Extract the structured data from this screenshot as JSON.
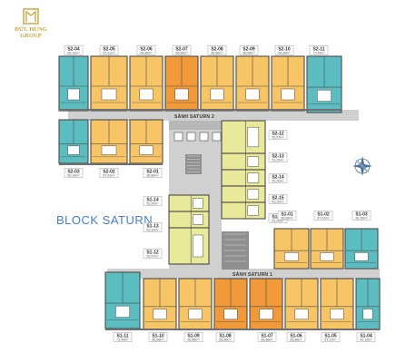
{
  "logo": {
    "name_line1": "ĐỨC HÙNG",
    "name_line2": "GROUP",
    "tagline": ""
  },
  "block_title": "BLOCK SATURN",
  "corridors": {
    "top": "SẢNH SATURN 2",
    "bottom": "SẢNH SATURN 1"
  },
  "colors": {
    "orange": "#f29a3a",
    "yellow_orange": "#f7c565",
    "teal": "#5bbdc0",
    "yellow": "#e8e99a",
    "corridor": "#d0d0d0",
    "core": "#b8b8b8",
    "wall": "#4b4b4b",
    "title_blue": "#4a7fc1",
    "gold": "#c9a23f"
  },
  "units": [
    {
      "id": "S2-04",
      "area": "69,16m²",
      "color": "teal"
    },
    {
      "id": "S2-05",
      "area": "67,61m²",
      "color": "yellow_orange"
    },
    {
      "id": "S2-06",
      "area": "66,86m²",
      "color": "yellow_orange"
    },
    {
      "id": "S2-07",
      "area": "66,86m²",
      "color": "orange"
    },
    {
      "id": "S2-08",
      "area": "66,86m²",
      "color": "yellow_orange"
    },
    {
      "id": "S2-09",
      "area": "66,86m²",
      "color": "yellow_orange"
    },
    {
      "id": "S2-10",
      "area": "66,86m²",
      "color": "yellow_orange"
    },
    {
      "id": "S2-11",
      "area": "73,49m²",
      "color": "teal"
    },
    {
      "id": "S2-03",
      "area": "69,16m²",
      "color": "teal"
    },
    {
      "id": "S2-02",
      "area": "67,61m²",
      "color": "yellow_orange"
    },
    {
      "id": "S2-01",
      "area": "66,86m²",
      "color": "yellow_orange"
    },
    {
      "id": "S2-12",
      "area": "53,67m²",
      "color": "yellow"
    },
    {
      "id": "S2-13",
      "area": "53,20m²",
      "color": "yellow"
    },
    {
      "id": "S2-14",
      "area": "53,20m²",
      "color": "yellow"
    },
    {
      "id": "S2-15",
      "area": "53,20m²",
      "color": "yellow"
    },
    {
      "id": "S1-15",
      "area": "53,20m²",
      "color": "yellow"
    },
    {
      "id": "S1-14",
      "area": "53,20m²",
      "color": "yellow"
    },
    {
      "id": "S1-13",
      "area": "53,20m²",
      "color": "yellow"
    },
    {
      "id": "S1-12",
      "area": "53,67m²",
      "color": "yellow"
    },
    {
      "id": "S1-01",
      "area": "66,86m²",
      "color": "yellow_orange"
    },
    {
      "id": "S1-02",
      "area": "67,61m²",
      "color": "yellow_orange"
    },
    {
      "id": "S1-03",
      "area": "69,16m²",
      "color": "teal"
    },
    {
      "id": "S1-11",
      "area": "73,49m²",
      "color": "teal"
    },
    {
      "id": "S1-10",
      "area": "66,86m²",
      "color": "yellow_orange"
    },
    {
      "id": "S1-09",
      "area": "66,86m²",
      "color": "yellow_orange"
    },
    {
      "id": "S1-08",
      "area": "66,86m²",
      "color": "orange"
    },
    {
      "id": "S1-07",
      "area": "66,86m²",
      "color": "orange"
    },
    {
      "id": "S1-06",
      "area": "66,86m²",
      "color": "yellow_orange"
    },
    {
      "id": "S1-05",
      "area": "67,37m²",
      "color": "yellow_orange"
    },
    {
      "id": "S1-04",
      "area": "69,16m²",
      "color": "teal"
    }
  ]
}
